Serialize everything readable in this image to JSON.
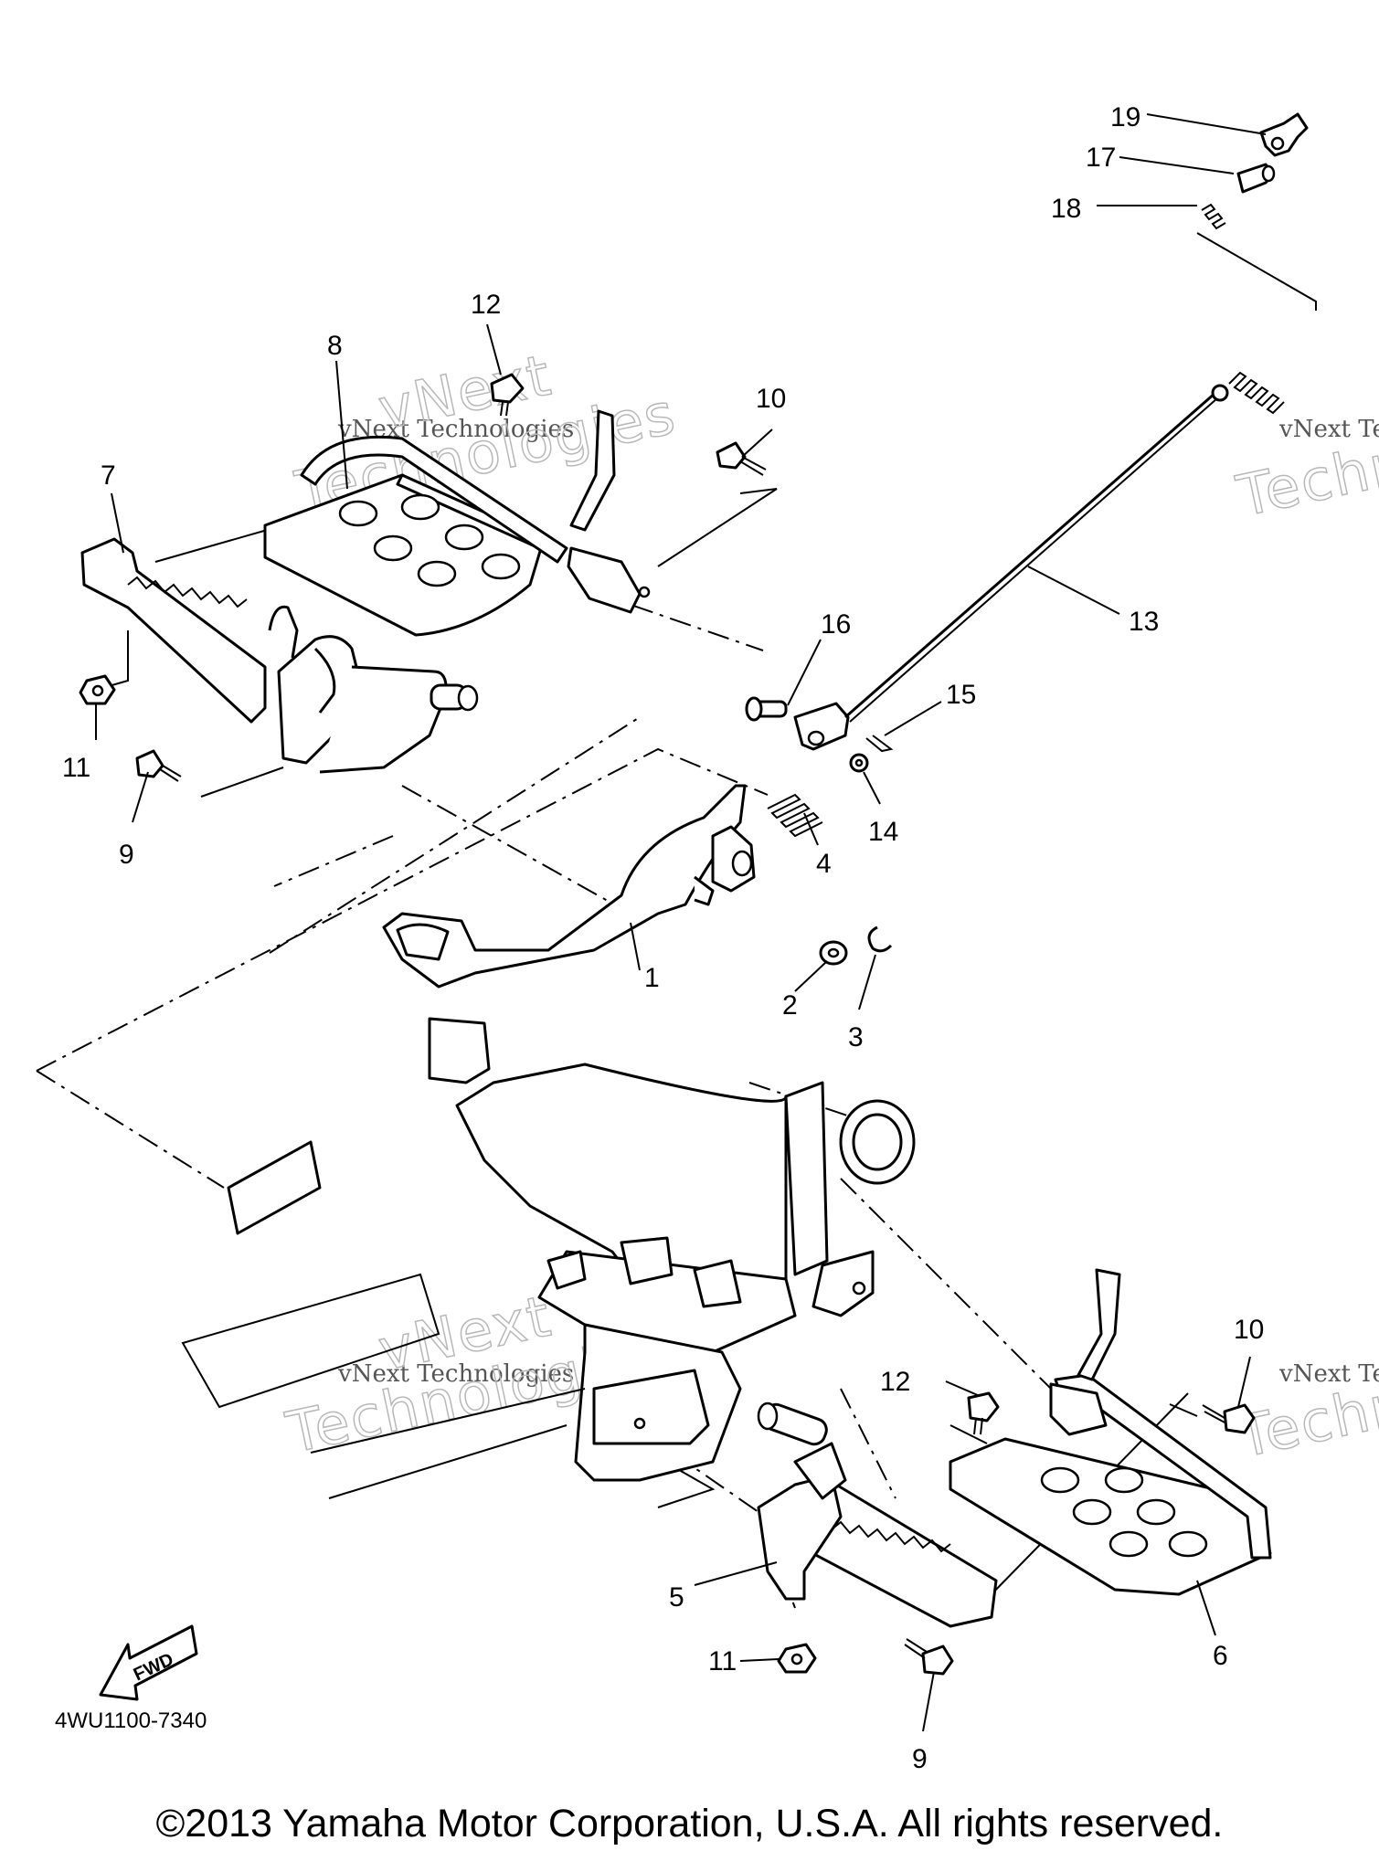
{
  "diagram": {
    "code": "4WU1100-7340",
    "copyright": "©2013 Yamaha Motor Corporation, U.S.A. All rights reserved.",
    "fwd_label": "FWD",
    "watermark": {
      "line1": "vNext Technologies",
      "line2": "Technologies",
      "line3": "vNext"
    },
    "callouts": {
      "c1": "1",
      "c2": "2",
      "c3": "3",
      "c4": "4",
      "c5": "5",
      "c6": "6",
      "c7": "7",
      "c8": "8",
      "c9a": "9",
      "c9b": "9",
      "c10a": "10",
      "c10b": "10",
      "c11a": "11",
      "c11b": "11",
      "c12a": "12",
      "c12b": "12",
      "c13": "13",
      "c14": "14",
      "c15": "15",
      "c16": "16",
      "c17": "17",
      "c18": "18",
      "c19": "19"
    }
  }
}
